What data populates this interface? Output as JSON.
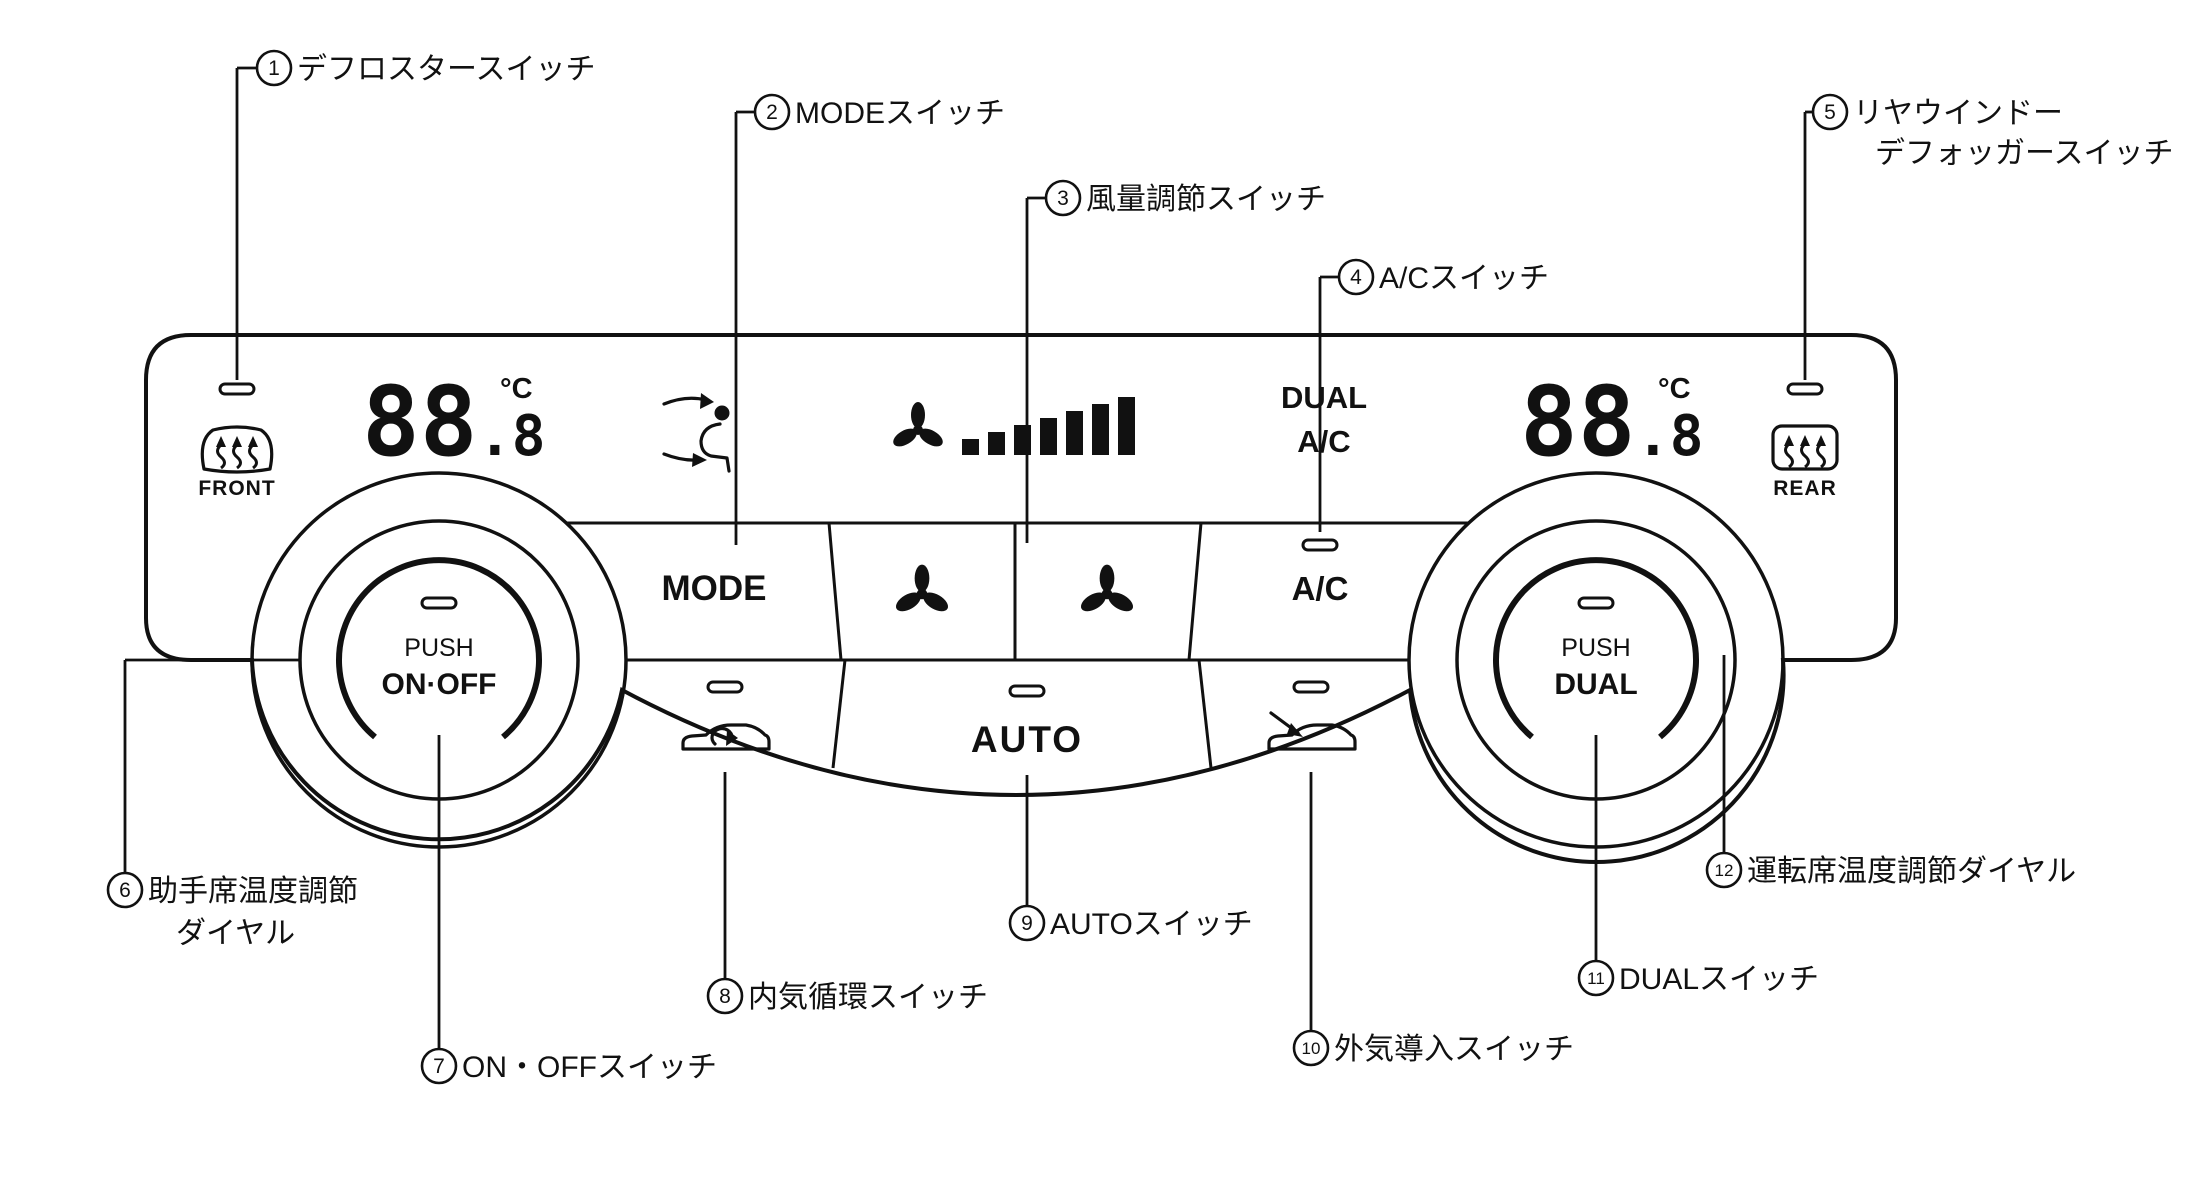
{
  "panel": {
    "front_label": "FRONT",
    "rear_label": "REAR",
    "displays": {
      "left": {
        "value": "88",
        "decimal": ".8",
        "unit": "°C"
      },
      "right": {
        "value": "88",
        "decimal": ".8",
        "unit": "°C"
      }
    },
    "indicators": {
      "dual": "DUAL",
      "ac": "A/C"
    },
    "buttons": {
      "mode": "MODE",
      "ac": "A/C",
      "auto": "AUTO"
    },
    "dials": {
      "left": {
        "push": "PUSH",
        "label": "ON·OFF"
      },
      "right": {
        "push": "PUSH",
        "label": "DUAL"
      }
    }
  },
  "callouts": [
    {
      "num": "1",
      "label": "デフロスタースイッチ"
    },
    {
      "num": "2",
      "label": "MODEスイッチ"
    },
    {
      "num": "3",
      "label": "風量調節スイッチ"
    },
    {
      "num": "4",
      "label": "A/Cスイッチ"
    },
    {
      "num": "5",
      "label": "リヤウインドー",
      "label2": "デフォッガースイッチ"
    },
    {
      "num": "6",
      "label": "助手席温度調節",
      "label2": "ダイヤル"
    },
    {
      "num": "7",
      "label": "ON・OFFスイッチ"
    },
    {
      "num": "8",
      "label": "内気循環スイッチ"
    },
    {
      "num": "9",
      "label": "AUTOスイッチ"
    },
    {
      "num": "10",
      "label": "外気導入スイッチ"
    },
    {
      "num": "11",
      "label": "DUALスイッチ"
    },
    {
      "num": "12",
      "label": "運転席温度調節ダイヤル"
    }
  ],
  "colors": {
    "line": "#111111",
    "background": "#ffffff"
  }
}
